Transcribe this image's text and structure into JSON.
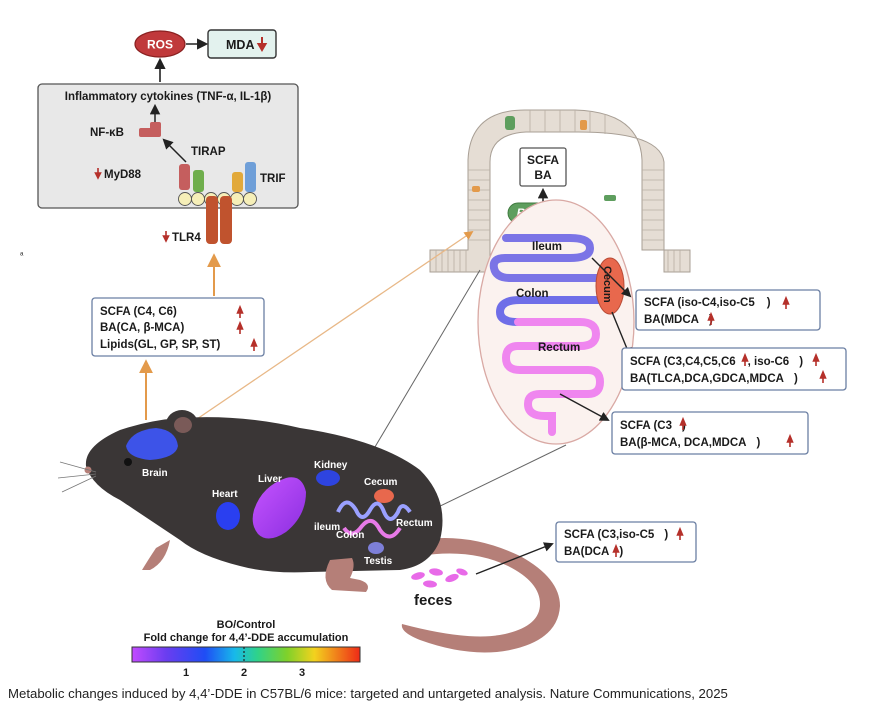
{
  "pathway": {
    "ros": "ROS",
    "mda": "MDA",
    "cytokines": "Inflammatory cytokines (TNF-α, IL-1β)",
    "nfkb": "NF-κB",
    "tirap": "TIRAP",
    "myd88": "MyD88",
    "trif": "TRIF",
    "tlr4": "TLR4"
  },
  "brain_box": {
    "line1": "SCFA (C4, C6)",
    "line2": "BA(CA, β-MCA)",
    "line3": "Lipids(GL, GP, SP, ST)"
  },
  "gut": {
    "scfa": "SCFA",
    "ba": "BA",
    "bacteria": "B.ovatus",
    "ileum": "Ileum",
    "colon": "Colon",
    "cecum": "Cecum",
    "rectum": "Rectum"
  },
  "result_boxes": {
    "cecum_1": "SCFA (iso-C4,iso-C5",
    "cecum_1_end": ")",
    "cecum_2": "BA(MDCA",
    "cecum_2_end": ")",
    "colon_1": "SCFA (C3,C4,C5,C6",
    "colon_1_mid": ", iso-C6",
    "colon_1_end": ")",
    "colon_2": "BA(TLCA,DCA,GDCA,MDCA",
    "colon_2_end": ")",
    "rectum_1": "SCFA (C3",
    "rectum_1_end": ")",
    "rectum_2": "BA(β-MCA, DCA,MDCA",
    "rectum_2_end": ")",
    "feces_1": "SCFA (C3,iso-C5",
    "feces_1_end": ")",
    "feces_2": "BA(DCA",
    "feces_2_end": ")"
  },
  "mouse": {
    "brain": "Brain",
    "heart": "Heart",
    "liver": "Liver",
    "kidney": "Kidney",
    "cecum": "Cecum",
    "ileum": "ileum",
    "colon": "Colon",
    "rectum": "Rectum",
    "testis": "Testis",
    "feces": "feces"
  },
  "legend": {
    "title1": "BO/Control",
    "title2": "Fold change for 4,4’-DDE accumulation",
    "ticks": [
      "1",
      "2",
      "3"
    ]
  },
  "caption": "Metabolic changes induced by 4,4’-DDE in C57BL/6 mice: targeted and untargeted analysis. Nature Communications, 2025",
  "colors": {
    "arrow_up": "#b5302a",
    "ros": "#c0393b",
    "mda_box": "#e3f2ee",
    "bacteria": "#5e9e5e",
    "mouse_body": "#3a3636",
    "mouse_pink": "#b57f78",
    "box_border": "#6b7fa3"
  },
  "markers": {
    "mda": "down",
    "myd88": "down",
    "tlr4": "down",
    "brain_box": "up",
    "results": "up"
  }
}
